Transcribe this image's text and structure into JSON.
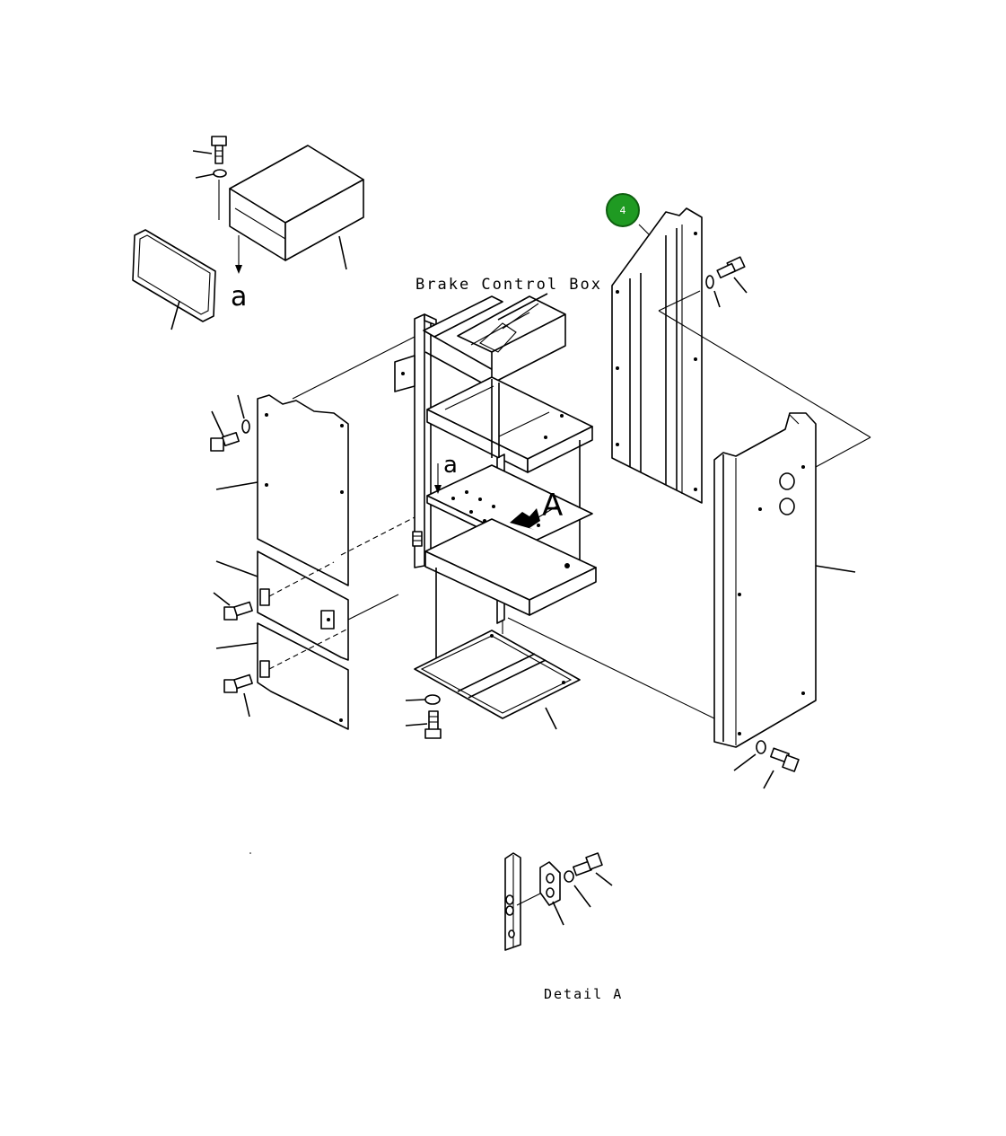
{
  "labels": {
    "brake_control_box": "Brake Control Box",
    "detail_a": "Detail A",
    "ref_lower_a_top": "a",
    "ref_lower_a_mid": "a",
    "ref_upper_a": "A"
  },
  "callout": {
    "number": "4",
    "color": "#1f9a22"
  }
}
